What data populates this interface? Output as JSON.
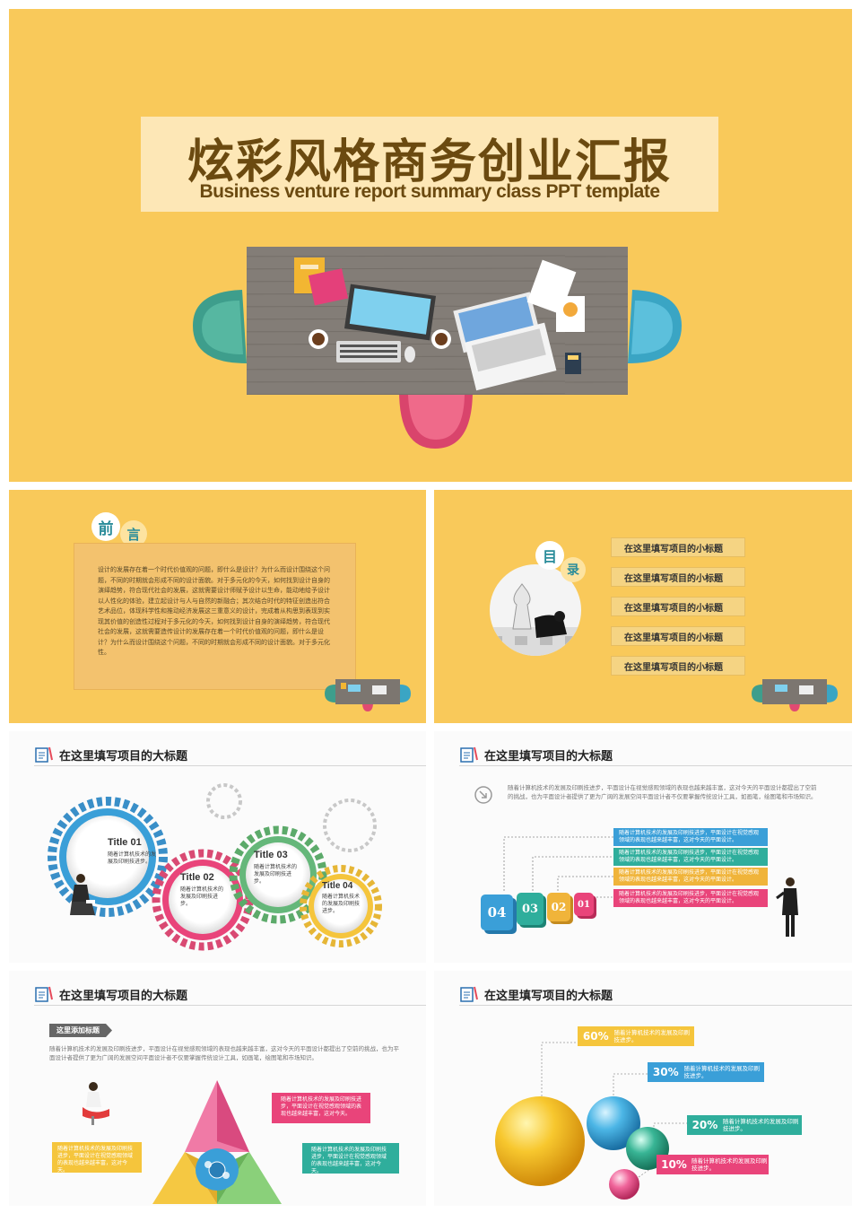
{
  "cover": {
    "title_cn": "炫彩风格商务创业汇报",
    "title_en": "Business venture report summary class  PPT template"
  },
  "intro": {
    "title_char1": "前",
    "title_char2": "言",
    "body": "设计的发展存在着一个时代价值观的问题，即什么是设计？为什么而设计围绕这个问题，不同的时期就会形成不同的设计面貌。对于多元化的今天，如何找到设计自身的演绎趋势，符合现代社会的发展，这就需要设计师赋予设计以生命，能动地给予设计以人性化的体验，建立起设计与人与自然的新融合；其次结合时代的特征创造出符合艺术品位，体现科学性和推动经济发展这三重意义的设计，完成着从构思到表现到实现其价值的创造性过程对于多元化的今天，如何找到设计自身的演绎趋势，符合现代社会的发展，这就需要造传设计的发展存在着一个时代价值观的问题，即什么是设计？为什么而设计围绕这个问题，不同的时期就会形成不同的设计面貌。对于多元化性。"
  },
  "toc": {
    "title_char1": "目",
    "title_char2": "录",
    "items": [
      "在这里填写项目的小标题",
      "在这里填写项目的小标题",
      "在这里填写项目的小标题",
      "在这里填写项目的小标题",
      "在这里填写项目的小标题"
    ]
  },
  "slide3": {
    "heading": "在这里填写项目的大标题",
    "gears": [
      {
        "title": "Title 01",
        "desc": "随着计算机技术的发展及印刷技进步。"
      },
      {
        "title": "Title 02",
        "desc": "随着计算机技术的发展及印刷技进步。"
      },
      {
        "title": "Title 03",
        "desc": "随着计算机技术的发展及印刷技进步。"
      },
      {
        "title": "Title 04",
        "desc": "随着计算机技术的发展及印刷技进步。"
      }
    ]
  },
  "slide4": {
    "heading": "在这里填写项目的大标题",
    "intro": "随着计算机技术的发展及印刷技进步，平面设计在视觉感观领域的表现也越来越丰富，这对今天的平面设计都提出了空前的挑战，也为平面设计者提供了更为广阔的发展空间平面设计者不仅要掌握传统设计工具，如画笔，绘图笔和市场知识。",
    "bars": [
      "随着计算机技术的发展及印刷技进步，平面设计在视觉感观领域的表现也越来越丰富，这对今天的平面设计。",
      "随着计算机技术的发展及印刷技进步，平面设计在视觉感观领域的表现也越来越丰富，这对今天的平面设计。",
      "随着计算机技术的发展及印刷技进步，平面设计在视觉感观领域的表现也越来越丰富，这对今天的平面设计。",
      "随着计算机技术的发展及印刷技进步，平面设计在视觉感观领域的表现也越来越丰富，这对今天的平面设计。"
    ],
    "steps": [
      "04",
      "03",
      "02",
      "01"
    ]
  },
  "slide5": {
    "heading": "在这里填写项目的大标题",
    "tag": "这里添加标题",
    "intro": "随着计算机技术的发展及印刷技进步，平面设计在视觉感观领域的表现也越来越丰富，这对今天的平面设计都提出了空前的挑战，也为平面设计者提供了更为广阔的发展空间平面设计者不仅要掌握传统设计工具，如画笔，绘图笔和市场知识。",
    "callout_pink": "随着计算机技术的发展及印刷技进步，平面设计在视觉感观领域的表现也越来越丰富，这对今天。",
    "callout_yellow": "随着计算机技术的发展及印刷技进步，平面设计在视觉感观领域的表现也越来越丰富，这对今天。",
    "callout_green": "随着计算机技术的发展及印刷技进步，平面设计在视觉感观领域的表现也越来越丰富，这对今天。"
  },
  "slide6": {
    "heading": "在这里填写项目的大标题",
    "items": [
      {
        "pct": "60%",
        "desc": "随着计算机技术的发展及印刷技进步。"
      },
      {
        "pct": "30%",
        "desc": "随着计算机技术的发展及印刷技进步。"
      },
      {
        "pct": "20%",
        "desc": "随着计算机技术的发展及印刷技进步。"
      },
      {
        "pct": "10%",
        "desc": "随着计算机技术的发展及印刷技进步。"
      }
    ]
  },
  "colors": {
    "background_yellow": "#f9c95a",
    "title_brown": "#6b4a10",
    "teal": "#2a8c9a",
    "pink": "#e9447a",
    "blue": "#3a9fd8",
    "green": "#7cc36a"
  }
}
